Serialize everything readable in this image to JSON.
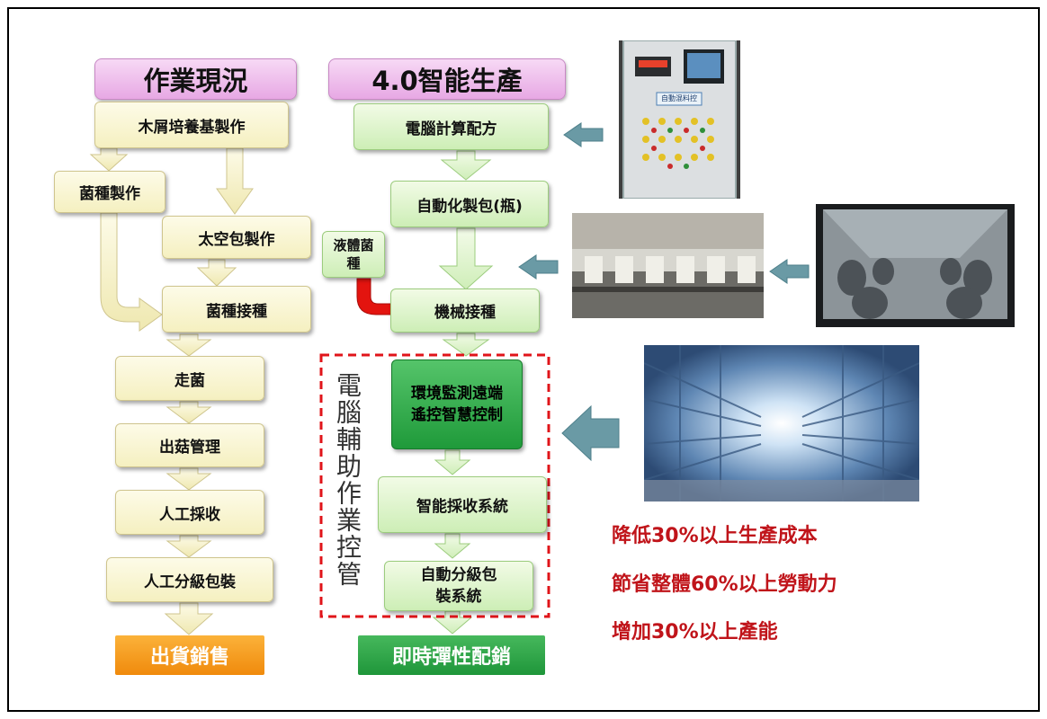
{
  "left_column": {
    "header": "作業現況",
    "steps": [
      "木屑培養基製作",
      "菌種製作",
      "太空包製作",
      "菌種接種",
      "走菌",
      "出菇管理",
      "人工採收",
      "人工分級包裝"
    ],
    "output": "出貨銷售"
  },
  "middle_column": {
    "header": "4.0智能生產",
    "steps": [
      "電腦計算配方",
      "自動化製包(瓶)",
      "機械接種"
    ],
    "side_input": "液體菌種",
    "group_label": "電腦輔助作業控管",
    "group_steps": [
      "環境監測遠端遙控智慧控制",
      "智能採收系統",
      "自動分級包裝系統"
    ],
    "output": "即時彈性配銷"
  },
  "photos": {
    "control_panel_label": "自動混料控制"
  },
  "benefits": [
    "降低30%以上生產成本",
    "節省整體60%以上勞動力",
    "增加30%以上產能"
  ],
  "colors": {
    "header_pink": "#e7a8e4",
    "output_orange": "#f08a0c",
    "output_green": "#1f963a",
    "benefit_red": "#c0141a",
    "dashed_border": "#e0141a"
  }
}
